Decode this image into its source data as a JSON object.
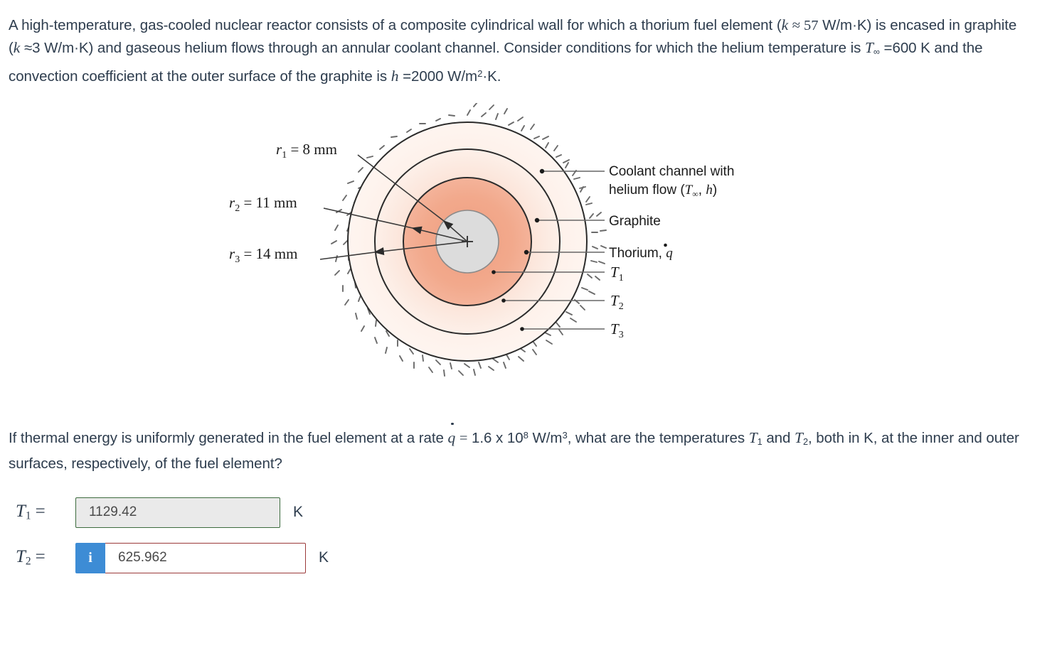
{
  "statement": {
    "part1_a": "A high-temperature, gas-cooled nuclear reactor consists of a composite cylindrical wall for which a thorium fuel element (",
    "sym_k1": "k",
    "approx1": "≈ 57",
    "part1_b": "W/m·K) is encased in graphite (",
    "sym_k2": "k",
    "approx2": "≈3 W/m·K) and gaseous helium flows through an annular coolant channel. Consider conditions for which the helium temperature is",
    "sym_T": "T",
    "sym_T_sub": "∞",
    "part1_c": "=600 K and the convection coefficient at the outer surface of the graphite is",
    "sym_h": "h",
    "part1_d": "=2000 W/m",
    "exp2": "2",
    "part1_e": "·K."
  },
  "question": {
    "part_a": "If thermal energy is uniformly generated in the fuel element at a rate",
    "sym_qdot": "q",
    "eq": "=",
    "rate_value": "1.6 x 10",
    "rate_exp": "8",
    "rate_units": "W/m",
    "rate_units_exp": "3",
    "part_b": ", what are the temperatures",
    "sym_T1": "T",
    "sym_T1_sub": "1",
    "conj": "and",
    "sym_T2": "T",
    "sym_T2_sub": "2",
    "part_c": ",",
    "part_d": "both in K, at the inner and outer surfaces, respectively, of the fuel element?"
  },
  "figure": {
    "radius_labels": [
      {
        "name": "r1",
        "sym": "r",
        "sub": "1",
        "text": "= 8 mm"
      },
      {
        "name": "r2",
        "sym": "r",
        "sub": "2",
        "text": "= 11 mm"
      },
      {
        "name": "r3",
        "sym": "r",
        "sub": "3",
        "text": "= 14 mm"
      }
    ],
    "callouts": [
      {
        "name": "coolant-channel",
        "line1": "Coolant channel with",
        "line2": "helium flow (",
        "sym": "T",
        "sub": "∞",
        "sep": ",",
        "sym2": "h",
        "close": ")"
      },
      {
        "name": "graphite",
        "line1": "Graphite"
      },
      {
        "name": "thorium",
        "line1": "Thorium,",
        "sym": "q"
      },
      {
        "name": "T1",
        "sym": "T",
        "sub": "1"
      },
      {
        "name": "T2",
        "sym": "T",
        "sub": "2"
      },
      {
        "name": "T3",
        "sym": "T",
        "sub": "3"
      }
    ],
    "colors": {
      "core_gray": "#dcdcdc",
      "thorium_salmon": "#f0a286",
      "graphite_light": "#fbe4d9",
      "coolant_light": "#fdeee6",
      "outline": "#2b2b2b",
      "leader": "#555555"
    }
  },
  "answers": {
    "rows": [
      {
        "name": "T1",
        "sym": "T",
        "sub": "1",
        "eq": "=",
        "value": "1129.42",
        "placeholder": "",
        "unit": "K",
        "state": "correct",
        "border_color": "#3c6b3e",
        "has_info": false
      },
      {
        "name": "T2",
        "sym": "T",
        "sub": "2",
        "eq": "=",
        "value": "625.962",
        "placeholder": "",
        "unit": "K",
        "state": "incorrect",
        "border_color": "#9b3a3a",
        "has_info": true,
        "info_label": "i",
        "info_color": "#3d8cd5"
      }
    ]
  }
}
